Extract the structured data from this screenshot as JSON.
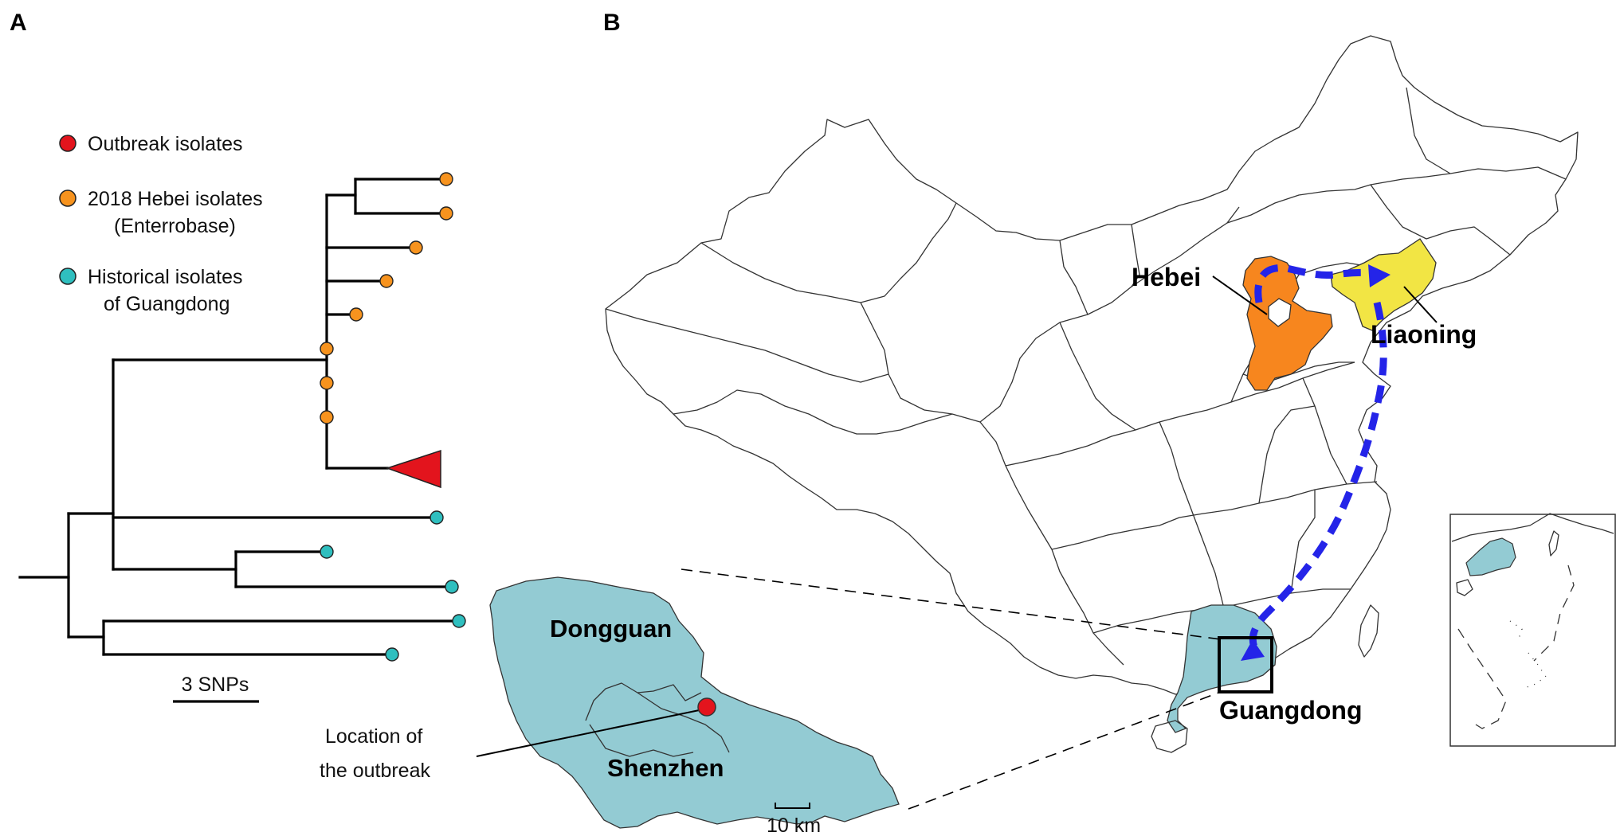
{
  "panels": {
    "a": "A",
    "b": "B"
  },
  "legend": [
    {
      "lines": [
        "Outbreak isolates"
      ],
      "color": "#e3141d"
    },
    {
      "lines": [
        "2018 Hebei isolates",
        "(Enterrobase)"
      ],
      "color": "#f7931e"
    },
    {
      "lines": [
        "Historical isolates",
        "of Guangdong"
      ],
      "color": "#2fbfbf"
    }
  ],
  "scale_bar": {
    "label": "3 SNPs",
    "value_snps": 3
  },
  "map": {
    "province_labels": {
      "hebei": "Hebei",
      "liaoning": "Liaoning",
      "guangdong": "Guangdong"
    },
    "inset_labels": {
      "dongguan": "Dongguan",
      "shenzhen": "Shenzhen"
    },
    "outbreak_label": [
      "Location of",
      "the outbreak"
    ],
    "inset_scale": "10 km",
    "colors": {
      "hebei": "#f7861e",
      "liaoning": "#f2e544",
      "guangdong": "#93cbd3",
      "route": "#2424e8",
      "outbreak": "#e3141d"
    }
  }
}
